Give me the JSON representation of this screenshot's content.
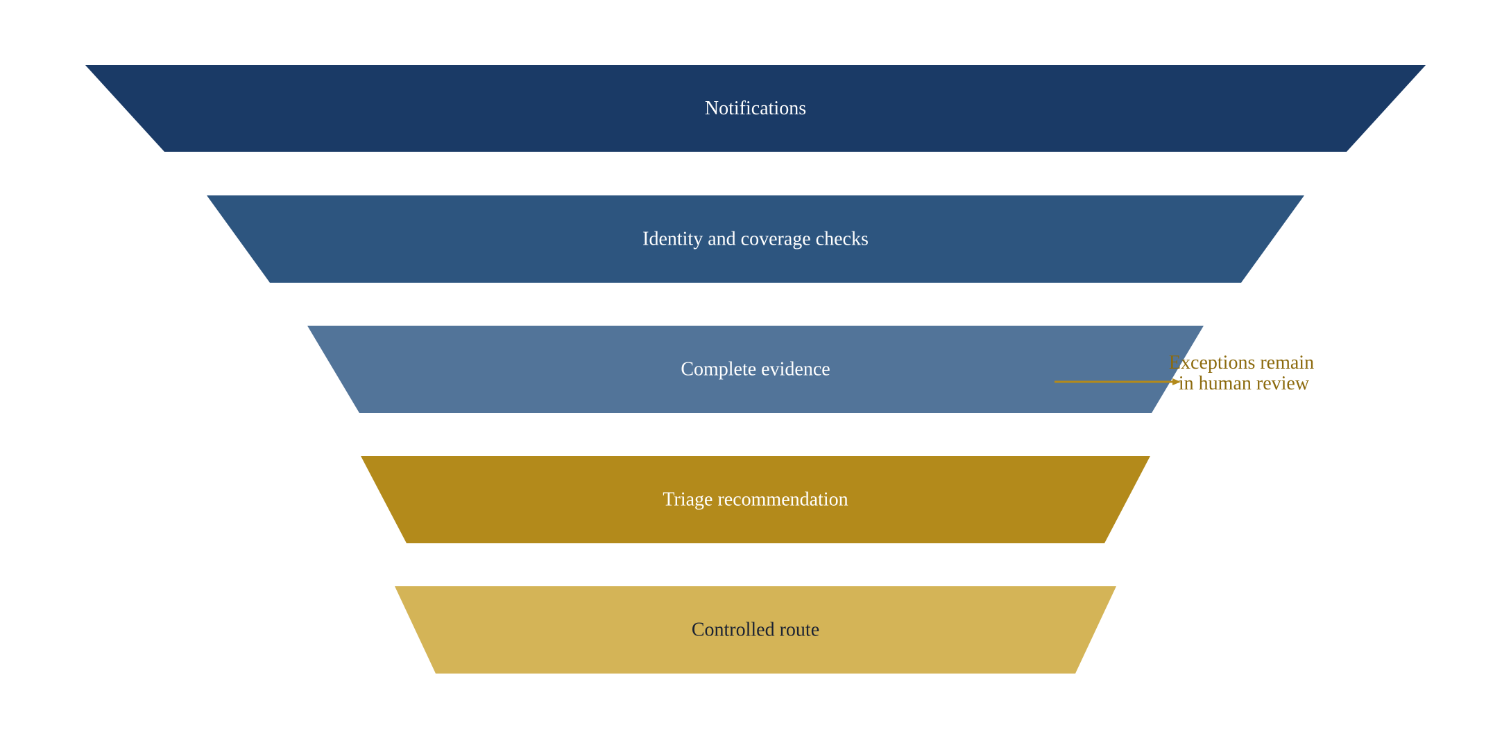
{
  "stages": [
    {
      "label": "Notifications",
      "fill": "#1a3a66",
      "text_color": "#ffffff"
    },
    {
      "label": "Identity and coverage checks",
      "fill": "#2d557f",
      "text_color": "#ffffff"
    },
    {
      "label": "Complete evidence",
      "fill": "#527499",
      "text_color": "#ffffff"
    },
    {
      "label": "Triage recommendation",
      "fill": "#b38a1b",
      "text_color": "#ffffff"
    },
    {
      "label": "Controlled route",
      "fill": "#d4b457",
      "text_color": "#1a2233"
    }
  ],
  "callout": {
    "lines": [
      "Exceptions remain",
      "in human review"
    ],
    "color": "#8c6a0d",
    "arrow_color": "#b38a1b"
  }
}
